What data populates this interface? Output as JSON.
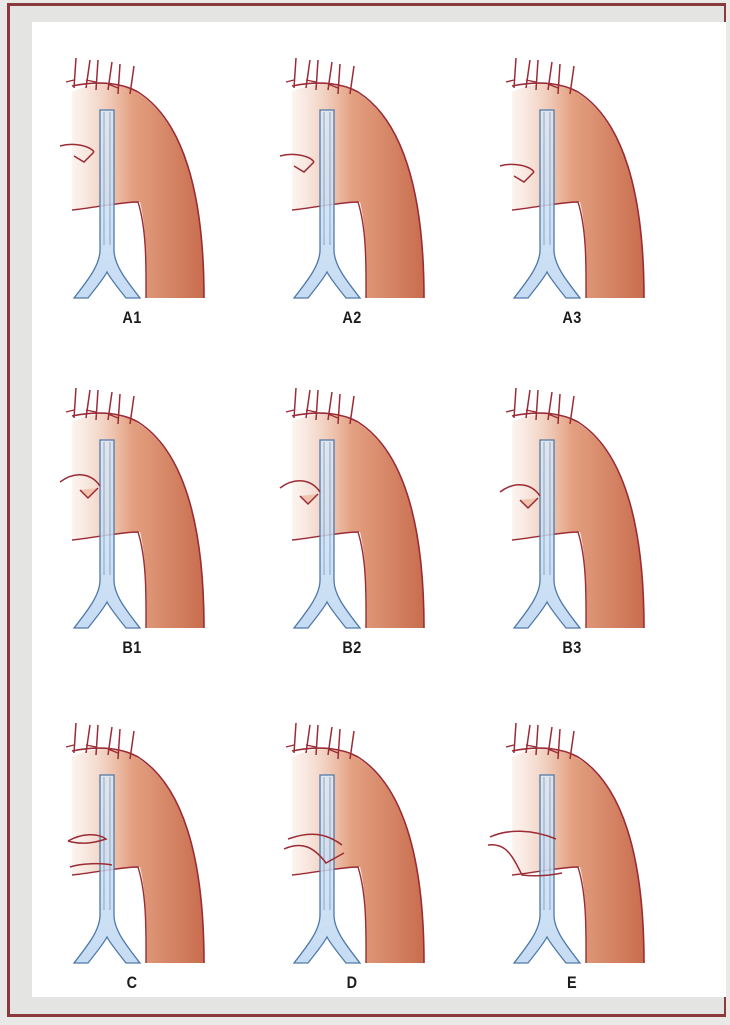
{
  "colors": {
    "border": "#8a3a3c",
    "aorta_light": "#f6e3d8",
    "aorta_mid": "#e3a181",
    "aorta_dark": "#c86d4e",
    "aorta_outline": "#9b2c36",
    "trachea_fill": "#bcd6f1",
    "trachea_outline": "#4f79a8",
    "label": "#1c1c1c"
  },
  "panels": [
    {
      "id": "A1",
      "label": "A1",
      "variant": "A",
      "level": 1
    },
    {
      "id": "A2",
      "label": "A2",
      "variant": "A",
      "level": 2
    },
    {
      "id": "A3",
      "label": "A3",
      "variant": "A",
      "level": 3
    },
    {
      "id": "B1",
      "label": "B1",
      "variant": "B",
      "level": 1
    },
    {
      "id": "B2",
      "label": "B2",
      "variant": "B",
      "level": 2
    },
    {
      "id": "B3",
      "label": "B3",
      "variant": "B",
      "level": 3
    },
    {
      "id": "C",
      "label": "C",
      "variant": "C",
      "level": 0
    },
    {
      "id": "D",
      "label": "D",
      "variant": "D",
      "level": 0
    },
    {
      "id": "E",
      "label": "E",
      "variant": "E",
      "level": 0
    }
  ]
}
